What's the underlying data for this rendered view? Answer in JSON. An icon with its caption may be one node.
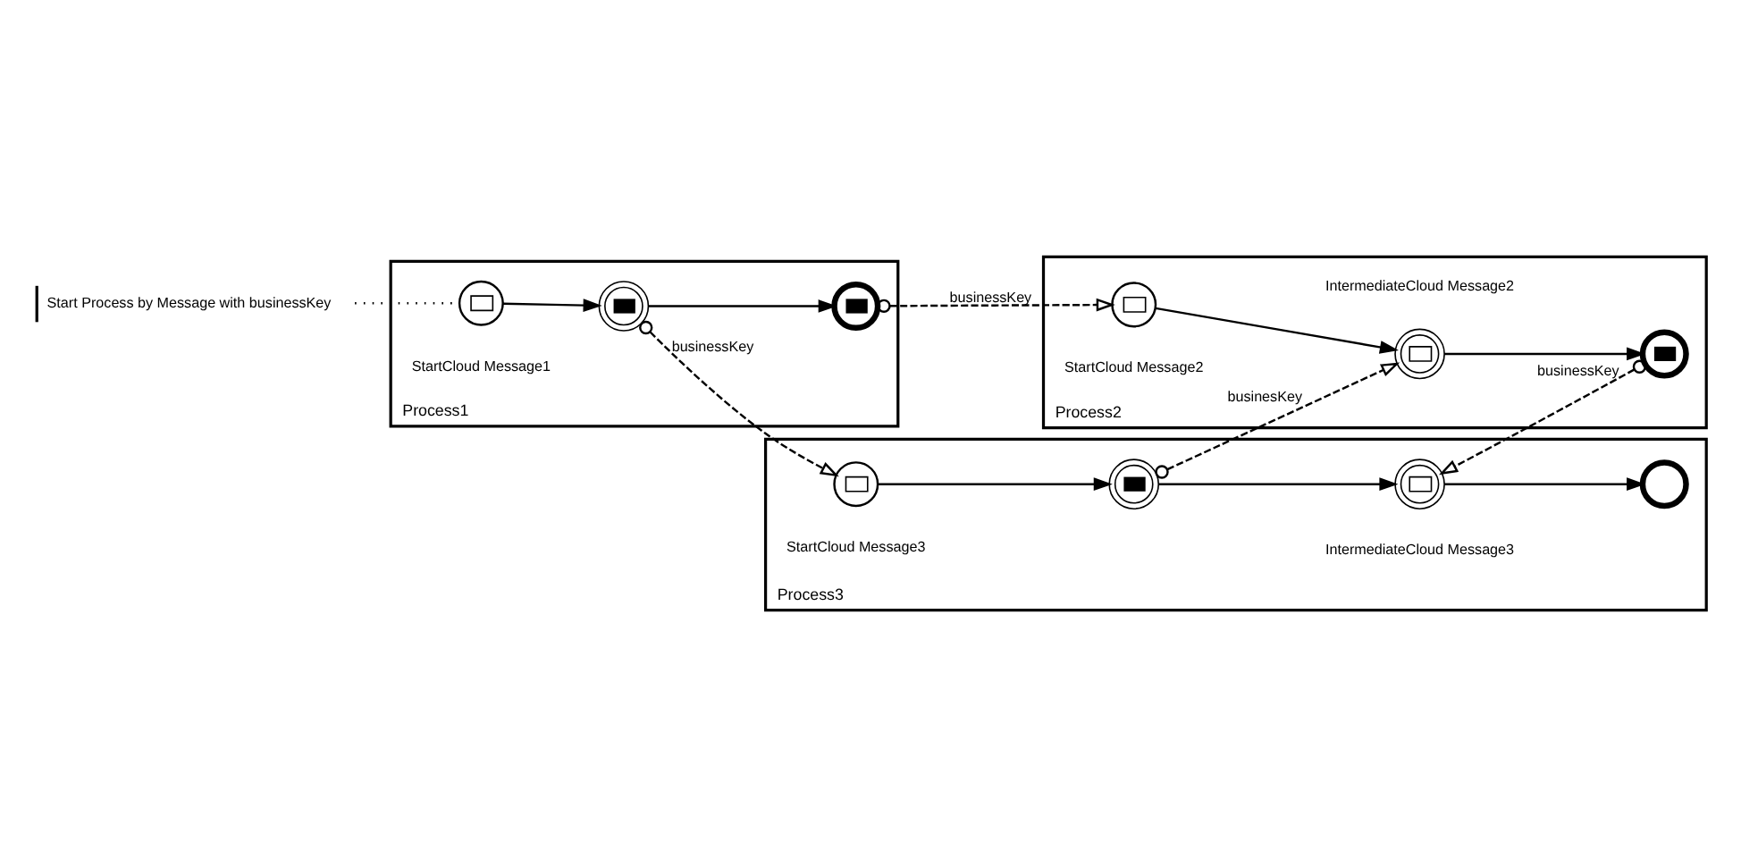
{
  "diagram": {
    "nodes": [
      {
        "text": [
          "Start Process by Message with businessKey"
        ]
      },
      {
        "text": [
          "Process1"
        ]
      },
      {
        "text": [],
        "shape": "circle",
        "in": 1,
        "beside": [
          "StartCloud Message1"
        ]
      },
      {
        "text": [],
        "shape": "circle",
        "in": 1
      },
      {
        "text": [],
        "shape": "circle",
        "in": 1
      },
      {
        "text": [
          "Process2"
        ]
      },
      {
        "text": [],
        "shape": "circle",
        "in": 5,
        "beside": [
          "StartCloud Message2"
        ]
      },
      {
        "text": [],
        "shape": "circle",
        "in": 5,
        "beside": [
          "IntermediateCloud Message2"
        ]
      },
      {
        "text": [],
        "shape": "circle",
        "in": 5
      },
      {
        "text": [
          "Process3"
        ]
      },
      {
        "text": [],
        "shape": "circle",
        "in": 9,
        "beside": [
          "StartCloud Message3"
        ]
      },
      {
        "text": [],
        "shape": "circle",
        "in": 9
      },
      {
        "text": [],
        "shape": "circle",
        "in": 9,
        "beside": [
          "IntermediateCloud Message3"
        ]
      },
      {
        "text": [],
        "shape": "circle",
        "in": 9
      }
    ],
    "edges": [
      {
        "from": 0,
        "to": 2,
        "arrow": "none",
        "style": "dashed"
      },
      {
        "from": 2,
        "to": 3,
        "arrow": "to"
      },
      {
        "from": 3,
        "to": 4,
        "arrow": "to"
      },
      {
        "from": 4,
        "to": 6,
        "arrow": "to",
        "label": "businessKey",
        "style": "dashed"
      },
      {
        "from": 6,
        "to": 7,
        "arrow": "to"
      },
      {
        "from": 7,
        "to": 8,
        "arrow": "to"
      },
      {
        "from": 3,
        "to": 10,
        "arrow": "to",
        "label": "businessKey",
        "style": "dashed"
      },
      {
        "from": 10,
        "to": 11,
        "arrow": "to"
      },
      {
        "from": 11,
        "to": 7,
        "arrow": "to",
        "label": "businesKey",
        "style": "dashed"
      },
      {
        "from": 11,
        "to": 12,
        "arrow": "to"
      },
      {
        "from": 8,
        "to": 12,
        "arrow": "to",
        "label": "businessKey",
        "style": "dashed"
      },
      {
        "from": 12,
        "to": 13,
        "arrow": "to"
      }
    ]
  }
}
